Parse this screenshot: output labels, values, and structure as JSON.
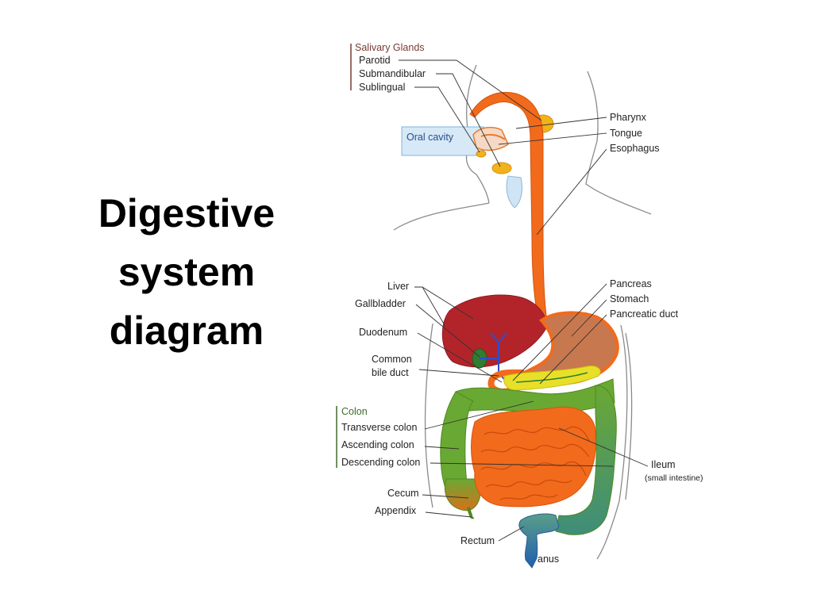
{
  "title": {
    "lines": [
      "Digestive",
      "system",
      "diagram"
    ]
  },
  "groups": {
    "salivary_glands": "Salivary Glands",
    "colon": "Colon"
  },
  "labels": {
    "parotid": "Parotid",
    "submandibular": "Submandibular",
    "sublingual": "Sublingual",
    "oral_cavity": "Oral cavity",
    "pharynx": "Pharynx",
    "tongue": "Tongue",
    "esophagus": "Esophagus",
    "liver": "Liver",
    "gallbladder": "Gallbladder",
    "duodenum": "Duodenum",
    "common_bile_duct_1": "Common",
    "common_bile_duct_2": "bile duct",
    "pancreas": "Pancreas",
    "stomach": "Stomach",
    "pancreatic_duct": "Pancreatic duct",
    "transverse_colon": "Transverse colon",
    "ascending_colon": "Ascending colon",
    "descending_colon": "Descending colon",
    "ileum": "Ileum",
    "ileum_note": "(small intestine)",
    "cecum": "Cecum",
    "appendix": "Appendix",
    "rectum": "Rectum",
    "anus": "anus"
  },
  "colors": {
    "esophagus": "#f26a1b",
    "liver": "#b3242a",
    "stomach": "#c8784f",
    "pancreas": "#e8e028",
    "colon": "#6aa834",
    "small_intestine": "#f26a1b",
    "rectum": "#2f78b4",
    "gland": "#f2b21a",
    "oral_cavity_box": "#d7e9f7"
  }
}
